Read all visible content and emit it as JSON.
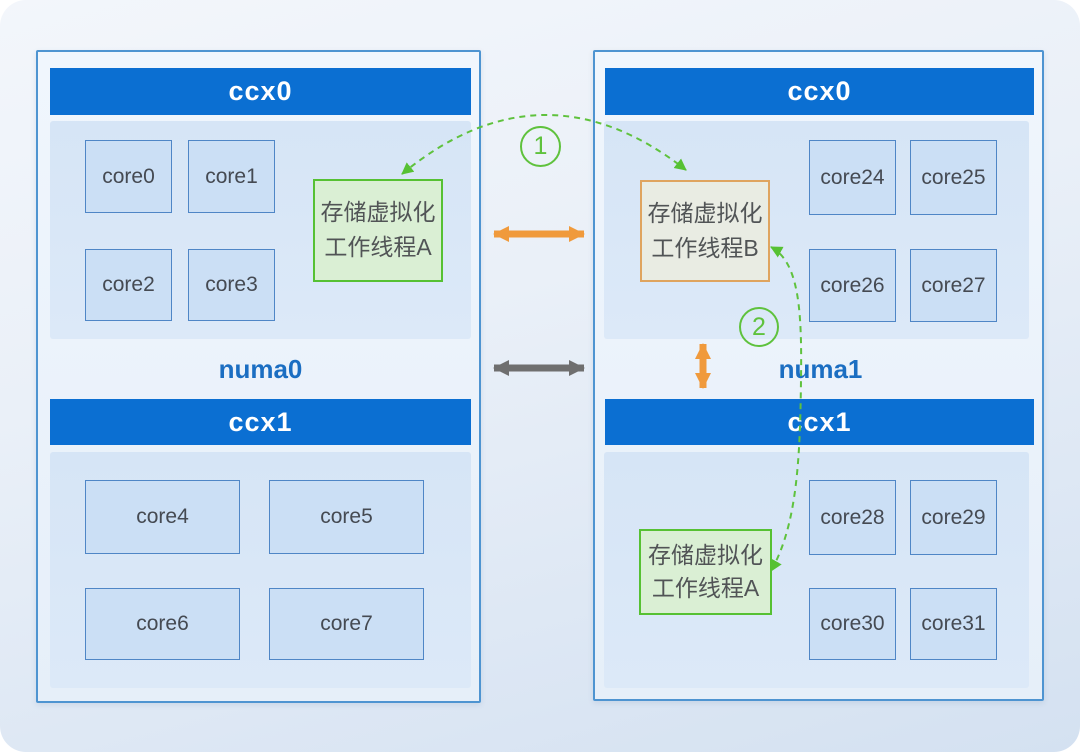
{
  "panels": {
    "numa0": {
      "label": "numa0",
      "ccx0": {
        "label": "ccx0",
        "cores": [
          "core0",
          "core1",
          "core2",
          "core3"
        ]
      },
      "ccx1": {
        "label": "ccx1",
        "cores": [
          "core4",
          "core5",
          "core6",
          "core7"
        ]
      },
      "thread_a": {
        "line1": "存储虚拟化",
        "line2": "工作线程A"
      }
    },
    "numa1": {
      "label": "numa1",
      "ccx0": {
        "label": "ccx0",
        "cores": [
          "core24",
          "core25",
          "core26",
          "core27"
        ]
      },
      "ccx1": {
        "label": "ccx1",
        "cores": [
          "core28",
          "core29",
          "core30",
          "core31"
        ]
      },
      "thread_b": {
        "line1": "存储虚拟化",
        "line2": "工作线程B"
      },
      "thread_a": {
        "line1": "存储虚拟化",
        "line2": "工作线程A"
      }
    }
  },
  "annotations": {
    "step1_label": "1",
    "step2_label": "2"
  },
  "colors": {
    "ccx_header_blue": "#0b6fd2",
    "numa_label_blue": "#1b6ec2",
    "core_fill": "#cbdff5",
    "core_border": "#4f86c6",
    "green_thread_border": "#56c133",
    "green_thread_fill": "#daefd4",
    "orange_thread_border": "#dfa45f",
    "orange_thread_fill": "#e9ece3",
    "orange_arrow": "#f09a3c",
    "gray_arrow": "#6f6f6f",
    "green_dashed_arrow": "#5fc23d"
  }
}
